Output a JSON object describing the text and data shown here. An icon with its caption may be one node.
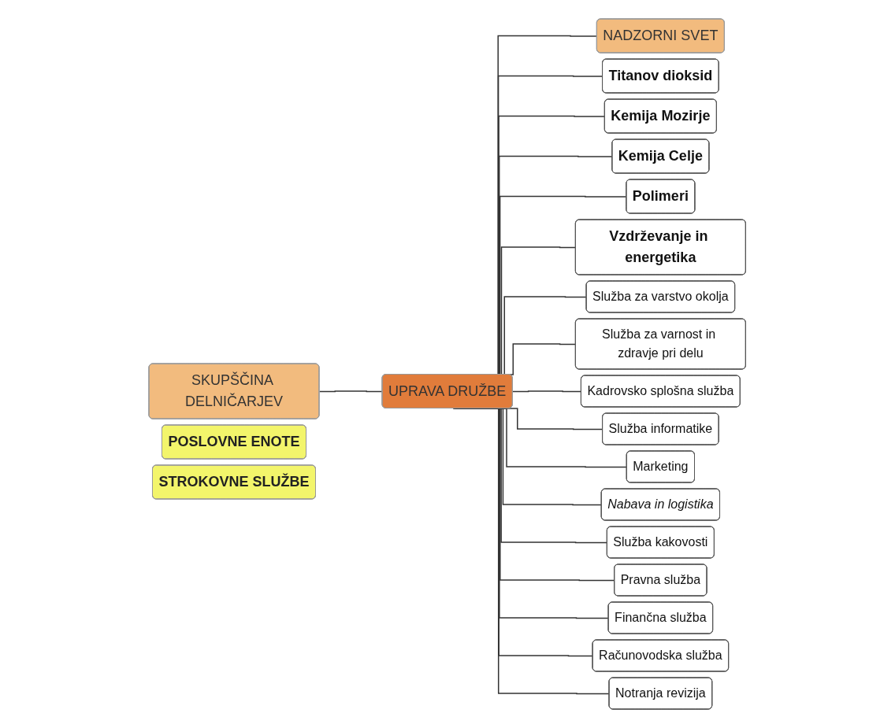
{
  "diagram": {
    "nodes": [
      {
        "text": [
          "SKUPŠČINA DELNIČARJEV"
        ]
      },
      {
        "text": [
          "UPRAVA DRUŽBE"
        ]
      },
      {
        "text": [
          "NADZORNI SVET"
        ]
      },
      {
        "text": [
          "POSLOVNE ENOTE"
        ]
      },
      {
        "text": [
          "STROKOVNE SLUŽBE"
        ]
      },
      {
        "text": [
          "Titanov dioksid"
        ]
      },
      {
        "text": [
          "Kemija Mozirje"
        ]
      },
      {
        "text": [
          "Kemija Celje"
        ]
      },
      {
        "text": [
          "Polimeri"
        ]
      },
      {
        "text": [
          "Vzdrževanje in energetika"
        ]
      },
      {
        "text": [
          "Služba za varstvo okolja"
        ]
      },
      {
        "text": [
          "Služba za varnost in zdravje pri delu"
        ]
      },
      {
        "text": [
          "Kadrovsko splošna služba"
        ]
      },
      {
        "text": [
          "Služba informatike"
        ]
      },
      {
        "text": [
          "Marketing"
        ]
      },
      {
        "text": [
          "Nabava in logistika"
        ]
      },
      {
        "text": [
          "Služba kakovosti"
        ]
      },
      {
        "text": [
          "Pravna služba"
        ]
      },
      {
        "text": [
          "Finančna služba"
        ]
      },
      {
        "text": [
          "Računovodska služba"
        ]
      },
      {
        "text": [
          "Notranja revizija"
        ]
      }
    ],
    "edges": [
      {
        "from": 0,
        "to": 1,
        "arrow": "none"
      },
      {
        "from": 1,
        "to": 2,
        "arrow": "none"
      },
      {
        "from": 1,
        "to": 5,
        "arrow": "none"
      },
      {
        "from": 1,
        "to": 6,
        "arrow": "none"
      },
      {
        "from": 1,
        "to": 7,
        "arrow": "none"
      },
      {
        "from": 1,
        "to": 8,
        "arrow": "none"
      },
      {
        "from": 1,
        "to": 9,
        "arrow": "none"
      },
      {
        "from": 1,
        "to": 10,
        "arrow": "none"
      },
      {
        "from": 1,
        "to": 11,
        "arrow": "none"
      },
      {
        "from": 1,
        "to": 12,
        "arrow": "none"
      },
      {
        "from": 1,
        "to": 13,
        "arrow": "none"
      },
      {
        "from": 1,
        "to": 14,
        "arrow": "none"
      },
      {
        "from": 1,
        "to": 15,
        "arrow": "none"
      },
      {
        "from": 1,
        "to": 16,
        "arrow": "none"
      },
      {
        "from": 1,
        "to": 17,
        "arrow": "none"
      },
      {
        "from": 1,
        "to": 18,
        "arrow": "none"
      },
      {
        "from": 1,
        "to": 19,
        "arrow": "none"
      },
      {
        "from": 1,
        "to": 20,
        "arrow": "none"
      }
    ]
  }
}
